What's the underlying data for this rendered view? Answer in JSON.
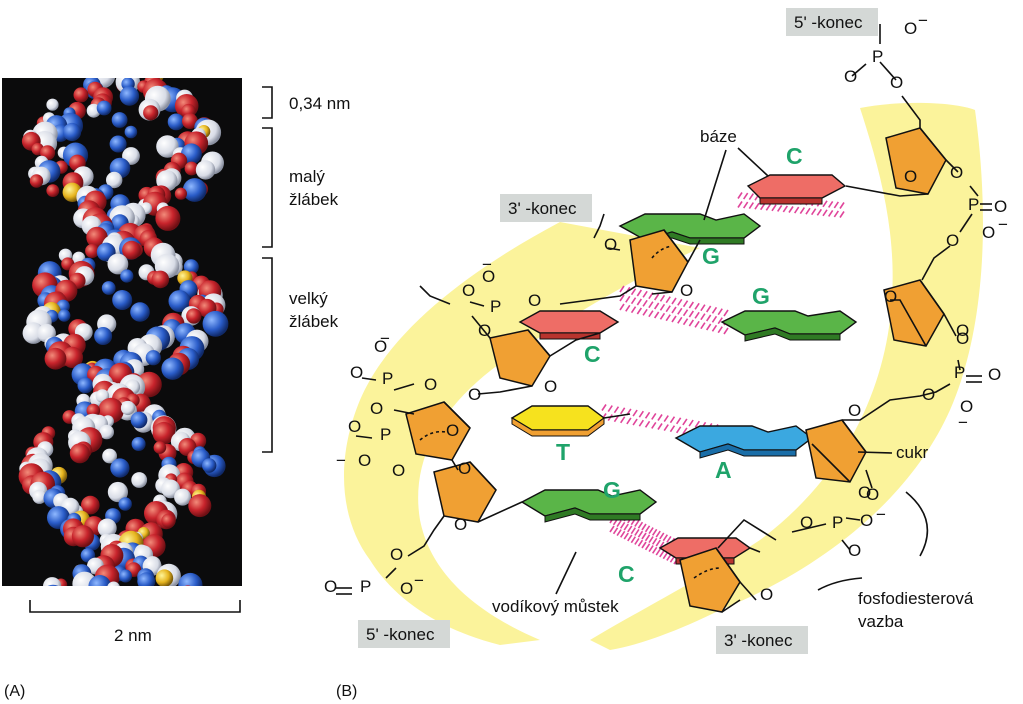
{
  "panel_a": {
    "label": "(A)",
    "dim_step": "0,34 nm",
    "minor_groove": [
      "malý",
      "žlábek"
    ],
    "major_groove": [
      "velký",
      "žlábek"
    ],
    "width": "2 nm"
  },
  "panel_b": {
    "label": "(B)",
    "end_5_top": "5' -konec",
    "end_3_left": "3' -konec",
    "end_5_bottom": "5' -konec",
    "end_3_bottom": "3' -konec",
    "bases_label": "báze",
    "sugar_label": "cukr",
    "hbond_label": "vodíkový můstek",
    "phosphodiester_label": [
      "fosfodiesterová",
      "vazba"
    ],
    "base_letters": [
      "C",
      "G",
      "G",
      "C",
      "T",
      "A",
      "G",
      "C"
    ],
    "atoms": {
      "phosphorus": "P",
      "oxygen": "O",
      "minus": "−"
    }
  },
  "colors": {
    "backbone_yellow": "#fbf39b",
    "sugar_orange": "#f0a033",
    "guanine_green": "#5ab548",
    "cytosine_red": "#ee6d66",
    "thymine_yellow": "#f6e21e",
    "adenine_blue": "#3ba8e0",
    "hbond_pink": "#e0449a",
    "letter_green": "#1fa36a"
  }
}
